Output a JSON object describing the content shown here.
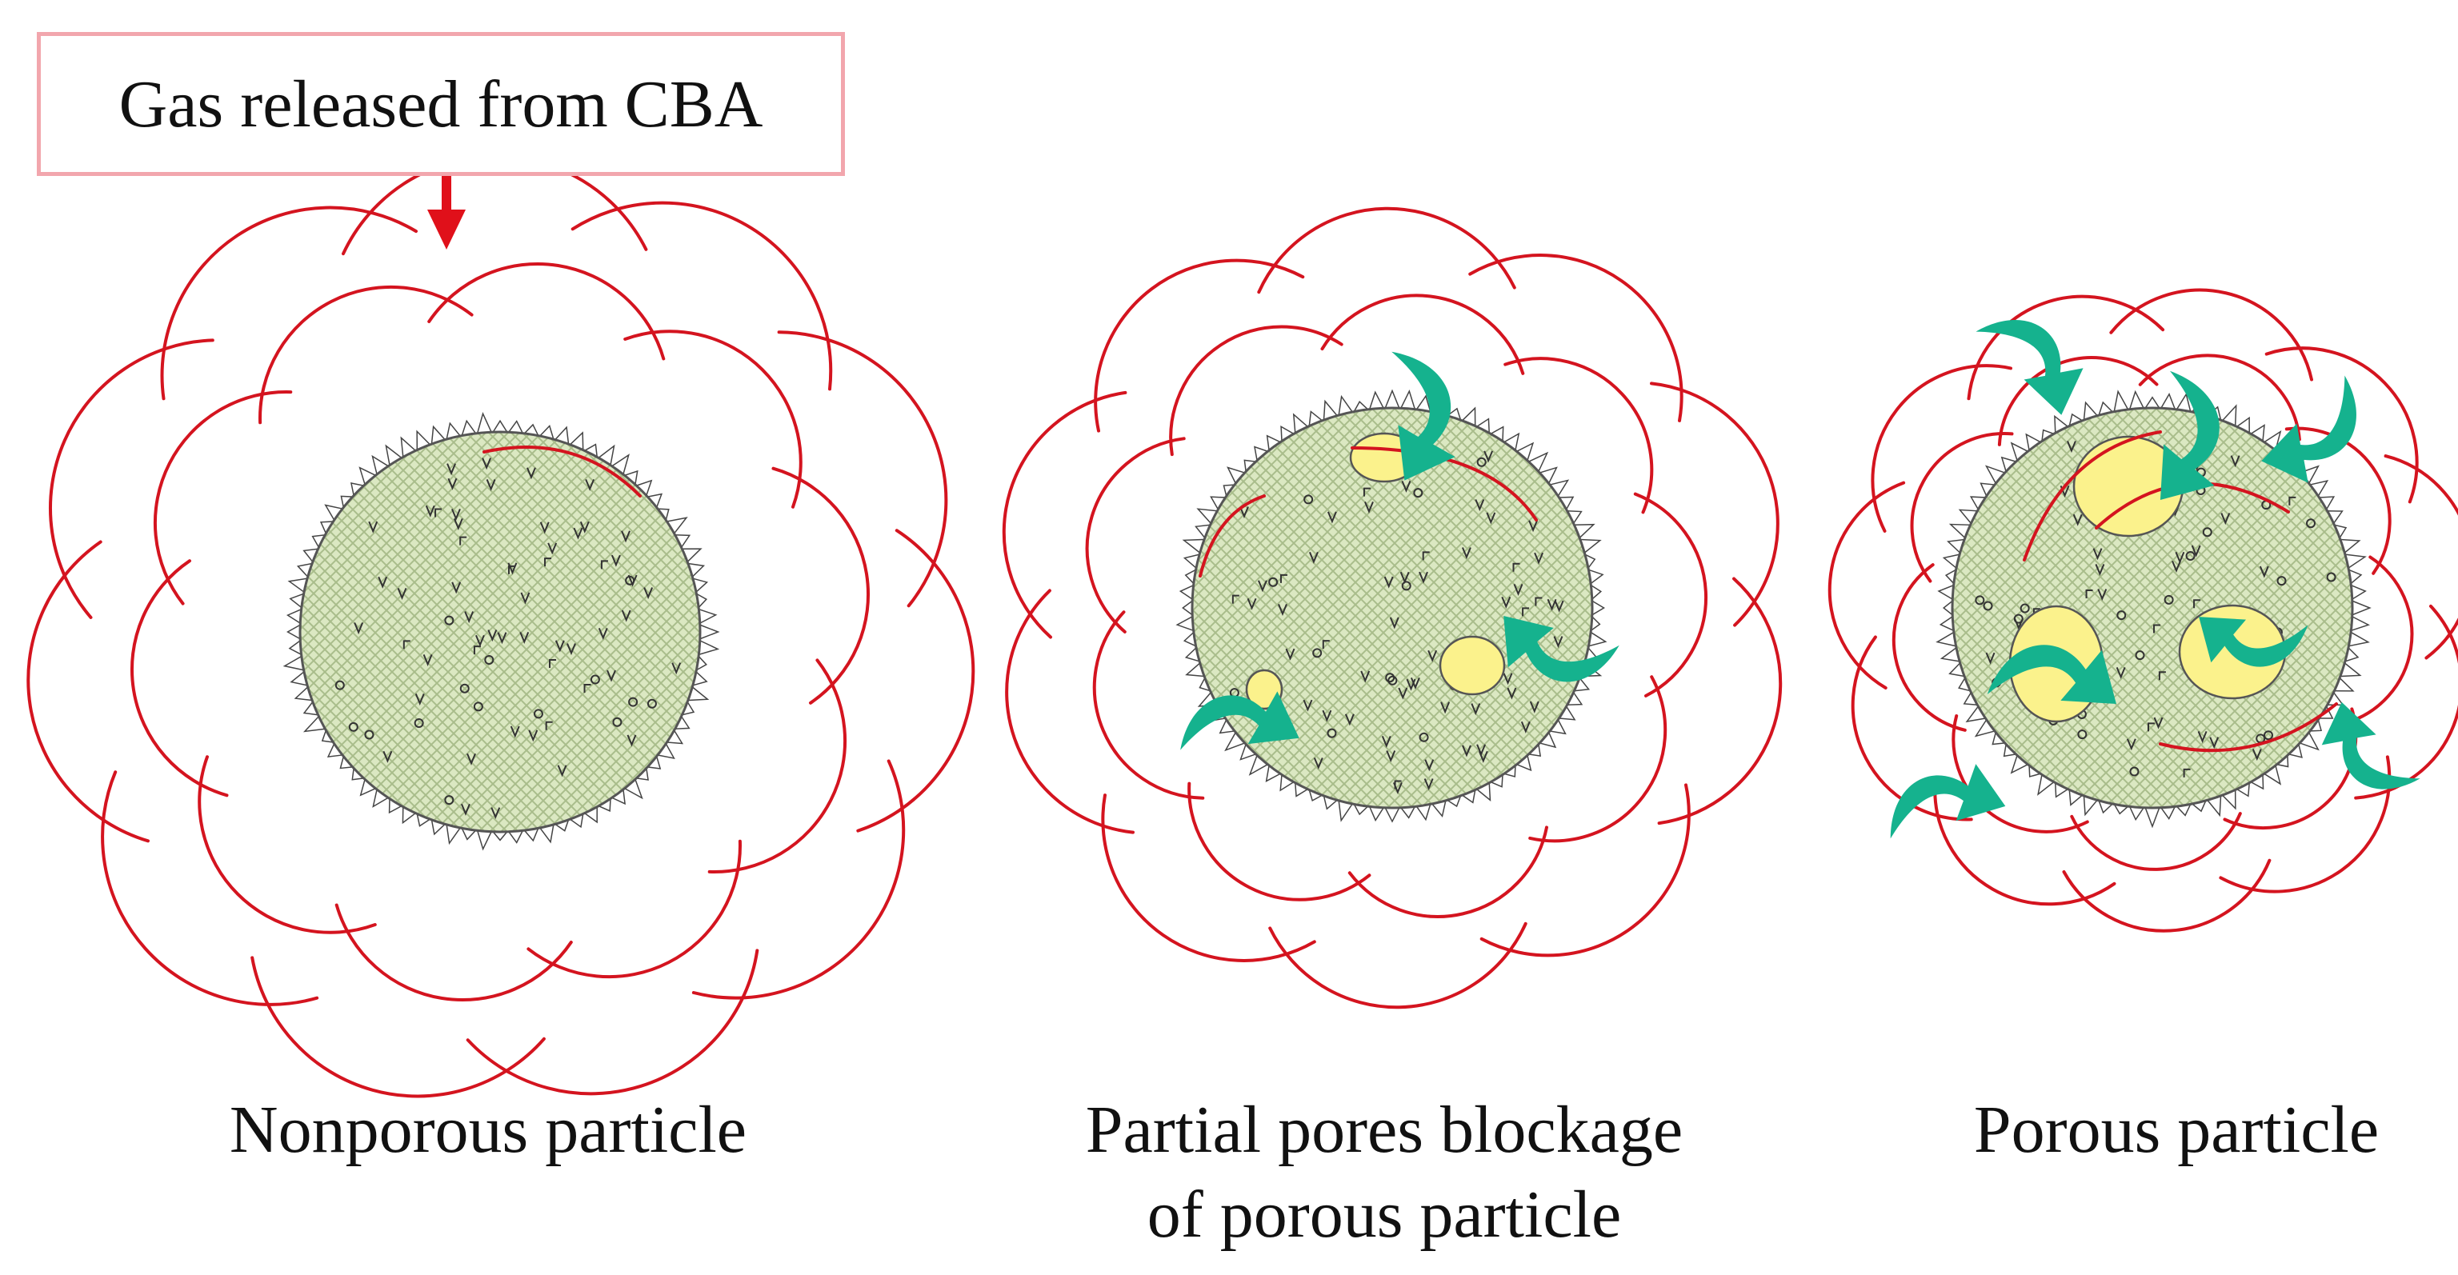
{
  "callout": {
    "text": "Gas released from CBA"
  },
  "panels": [
    {
      "caption_lines": [
        "Nonporous particle"
      ],
      "pores": 0,
      "arrows": 0
    },
    {
      "caption_lines": [
        "Partial  pores blockage",
        "of porous particle"
      ],
      "pores": 3,
      "arrows": 3
    },
    {
      "caption_lines": [
        "Porous particle"
      ],
      "pores": 3,
      "arrows": 7
    }
  ],
  "colors": {
    "gas_lines": "#d4141f",
    "callout_border": "#f2a6ad",
    "callout_arrow": "#e0101a",
    "particle_fill": "#dbe8c2",
    "particle_hatch": "#9fb57f",
    "particle_outline": "#555555",
    "pore_fill": "#fbf28c",
    "flow_arrow": "#15b28e"
  },
  "icons": {
    "flow_arrow": "curved-teal-arrow-icon",
    "callout_arrow": "red-down-arrow-icon"
  }
}
